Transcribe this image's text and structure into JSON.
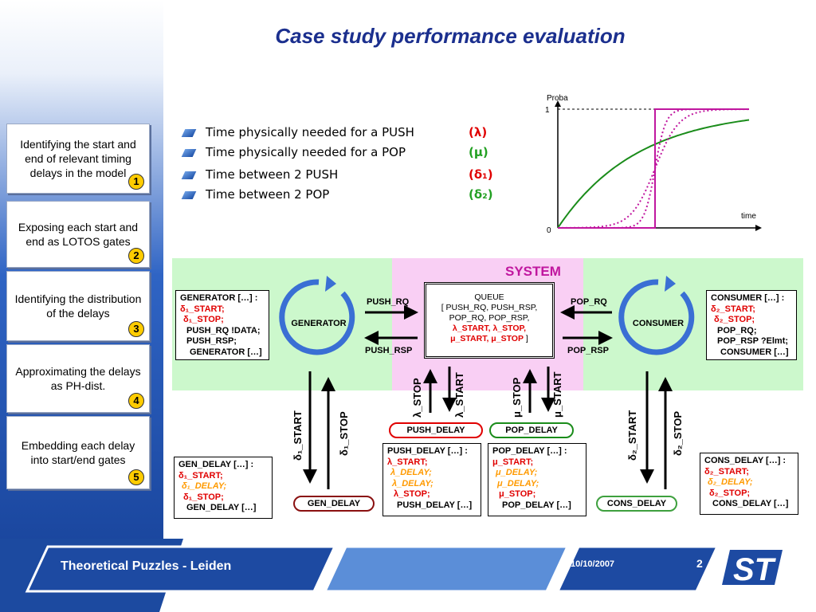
{
  "title": "Case study performance evaluation",
  "steps": [
    {
      "label": "Identifying the start and end of relevant timing delays in the model",
      "num": "1"
    },
    {
      "label": "Exposing each start and end as LOTOS gates",
      "num": "2"
    },
    {
      "label": "Identifying the distribution of the delays",
      "num": "3"
    },
    {
      "label": "Approximating the delays as PH-dist.",
      "num": "4"
    },
    {
      "label": "Embedding each delay into start/end gates",
      "num": "5"
    }
  ],
  "bullets": [
    {
      "text": "Time physically needed for a PUSH",
      "symbol": "(λ)",
      "color": "#e00000"
    },
    {
      "text": "Time physically needed for a POP",
      "symbol": "(μ)",
      "color": "#22a022"
    },
    {
      "text": "Time between 2 PUSH",
      "symbol": "(δ₁)",
      "color": "#e00000"
    },
    {
      "text": "Time between 2 POP",
      "symbol": "(δ₂)",
      "color": "#22a022"
    }
  ],
  "chart_data": {
    "type": "line",
    "ylabel": "Proba",
    "xlabel": "time",
    "yticks": [
      "1",
      "0"
    ],
    "series": [
      {
        "style": "exponential",
        "color": "#1a8c1a"
      },
      {
        "style": "step",
        "color": "#c0179f"
      },
      {
        "style": "erlang-dotted",
        "color": "#c0179f"
      },
      {
        "style": "erlang-dotted-steep",
        "color": "#c0179f"
      }
    ]
  },
  "system": {
    "label": "SYSTEM",
    "generator": "GENERATOR",
    "consumer": "CONSUMER",
    "push_rq": "PUSH_RQ",
    "push_rsp": "PUSH_RSP",
    "pop_rq": "POP_RQ",
    "pop_rsp": "POP_RSP",
    "queue": {
      "line1": "QUEUE",
      "line2": "[ PUSH_RQ, PUSH_RSP,",
      "line3": "POP_RQ, POP_RSP,",
      "line4": "λ_START, λ_STOP,",
      "line5": "μ_START, μ_STOP",
      "line5b": " ]"
    }
  },
  "generator_box": {
    "head": "GENERATOR […] :",
    "l1": "δ₁_START;",
    "l2": "δ₁_STOP;",
    "l3": "PUSH_RQ !DATA;",
    "l4": "PUSH_RSP;",
    "l5": "GENERATOR […]"
  },
  "consumer_box": {
    "head": "CONSUMER […] :",
    "l1": "δ₂_START;",
    "l2": "δ₂_STOP;",
    "l3": "POP_RQ;",
    "l4": "POP_RSP ?Elmt;",
    "l5": "CONSUMER […]"
  },
  "gates": {
    "d1_start": "δ₁_START",
    "d1_stop": "δ₁_STOP",
    "l_stop": "λ_STOP",
    "l_start": "λ_START",
    "m_stop": "μ_STOP",
    "m_start": "μ_START",
    "d2_start": "δ₂_START",
    "d2_stop": "δ₂_STOP"
  },
  "delays": {
    "gen": "GEN_DELAY",
    "push": "PUSH_DELAY",
    "pop": "POP_DELAY",
    "cons": "CONS_DELAY"
  },
  "gen_delay_box": {
    "head": "GEN_DELAY […] :",
    "l1": "δ₁_START;",
    "l2": "δ₁_DELAY;",
    "l3": "δ₁_STOP;",
    "l4": "GEN_DELAY […]"
  },
  "push_delay_box": {
    "head": "PUSH_DELAY […] :",
    "l1": "λ_START;",
    "l2": "λ_DELAY;",
    "l3": "λ_DELAY;",
    "l4": "λ_STOP;",
    "l5": "PUSH_DELAY […]"
  },
  "pop_delay_box": {
    "head": "POP_DELAY […] :",
    "l1": "μ_START;",
    "l2": "μ_DELAY;",
    "l3": "μ_DELAY;",
    "l4": "μ_STOP;",
    "l5": "POP_DELAY […]"
  },
  "cons_delay_box": {
    "head": "CONS_DELAY […] :",
    "l1": "δ₂_START;",
    "l2": "δ₂_DELAY;",
    "l3": "δ₂_STOP;",
    "l4": "CONS_DELAY […]"
  },
  "footer": {
    "left": "Theoretical Puzzles - Leiden",
    "date": "10/10/2007",
    "page": "2",
    "logo": "ST"
  }
}
